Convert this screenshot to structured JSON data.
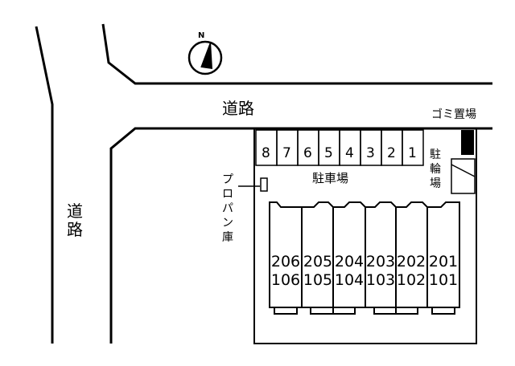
{
  "map": {
    "compass_label": "N",
    "road_top": "道路",
    "road_left": [
      "道",
      "路"
    ],
    "parking_label": "駐車場",
    "parking_slots": [
      "8",
      "7",
      "6",
      "5",
      "4",
      "3",
      "2",
      "1"
    ],
    "garbage_label": "ゴミ置場",
    "bicycle_label": [
      "駐",
      "輪",
      "場"
    ],
    "propane_label": [
      "プ",
      "ロ",
      "パ",
      "ン",
      "庫"
    ],
    "units": [
      {
        "upper": "206",
        "lower": "106"
      },
      {
        "upper": "205",
        "lower": "105"
      },
      {
        "upper": "204",
        "lower": "104"
      },
      {
        "upper": "203",
        "lower": "103"
      },
      {
        "upper": "202",
        "lower": "102"
      },
      {
        "upper": "201",
        "lower": "101"
      }
    ]
  }
}
